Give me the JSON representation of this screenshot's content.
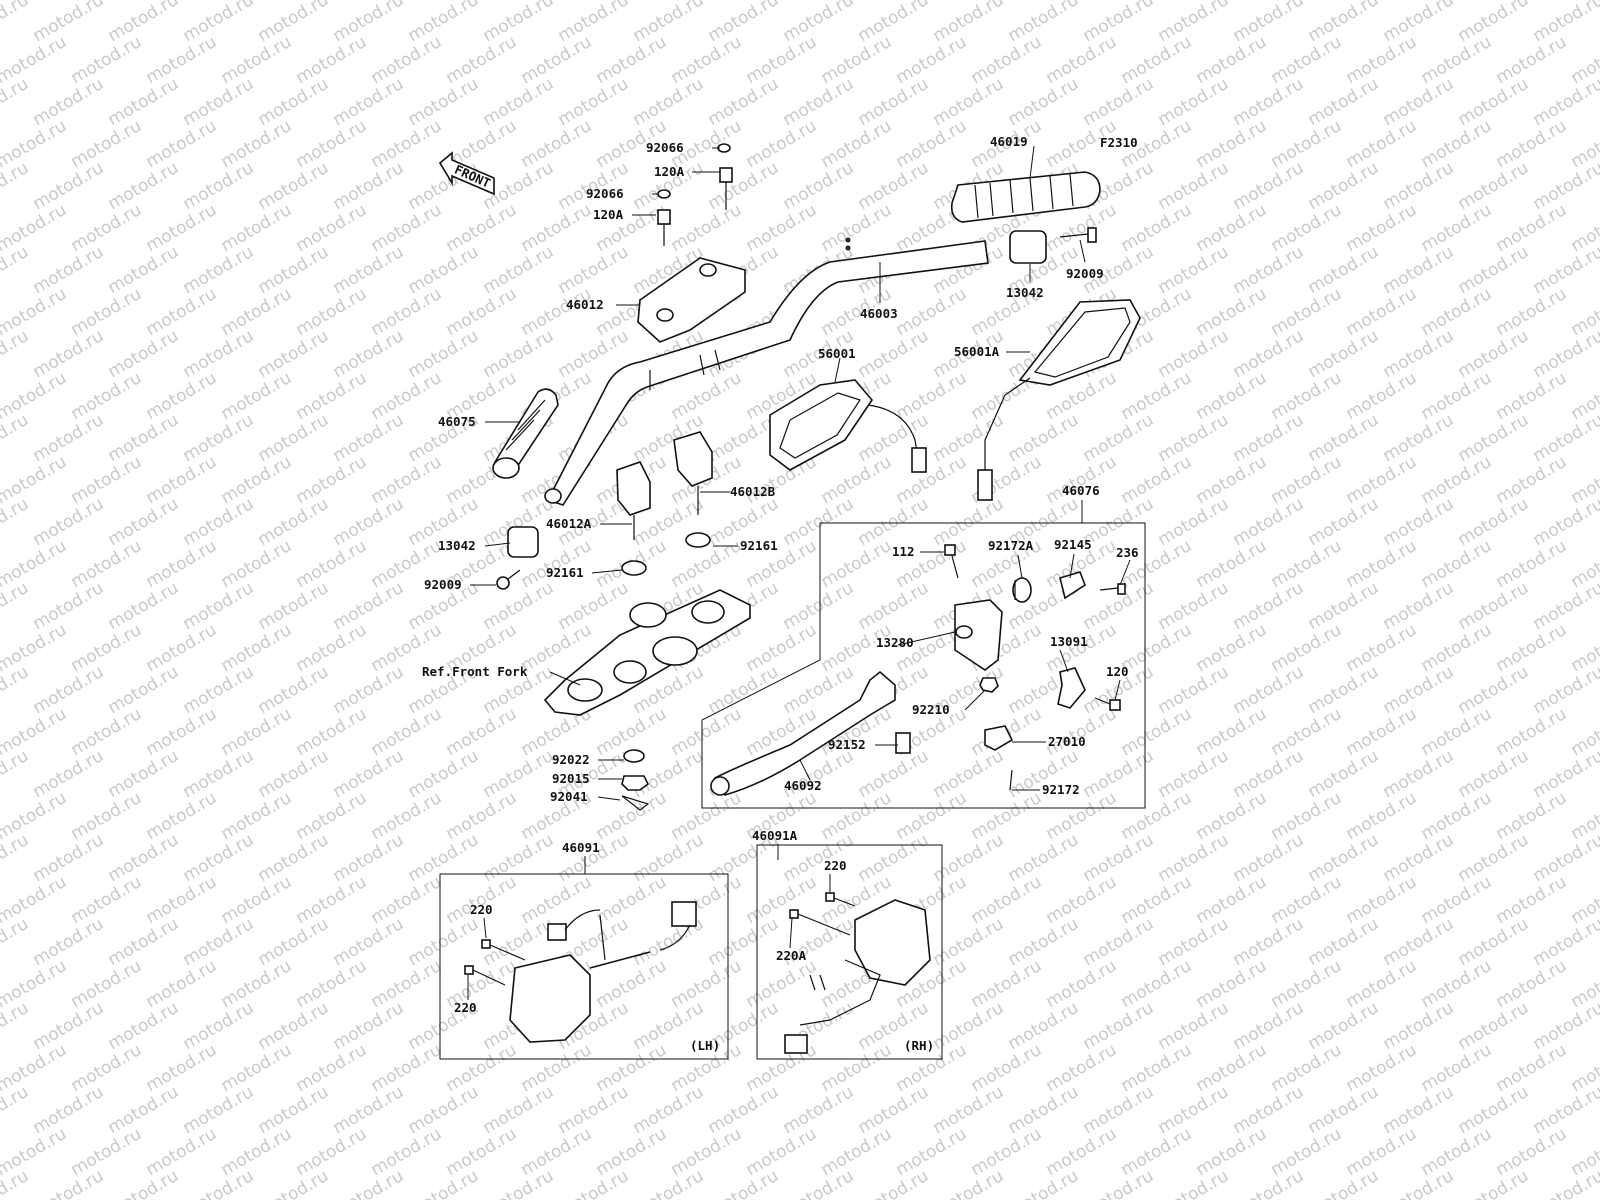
{
  "watermark": "motod.ru",
  "figure_code": "F2310",
  "front_label": "FRONT",
  "labels": {
    "p92066a": "92066",
    "p120Aa": "120A",
    "p92066b": "92066",
    "p120Ab": "120A",
    "p46012": "46012",
    "p46019": "46019",
    "p92009a": "92009",
    "p13042a": "13042",
    "p46003": "46003",
    "p56001": "56001",
    "p56001A": "56001A",
    "p46075": "46075",
    "p46012B": "46012B",
    "p46012A": "46012A",
    "p13042b": "13042",
    "p92161a": "92161",
    "p92161b": "92161",
    "p92009b": "92009",
    "refFork": "Ref.Front Fork",
    "p92022": "92022",
    "p92015": "92015",
    "p92041": "92041",
    "p46076": "46076",
    "p112": "112",
    "p92172A": "92172A",
    "p92145": "92145",
    "p236": "236",
    "p13280": "13280",
    "p13091": "13091",
    "p120": "120",
    "p92210": "92210",
    "p92152": "92152",
    "p27010": "27010",
    "p46092": "46092",
    "p92172": "92172",
    "p46091": "46091",
    "p220a": "220",
    "p220b": "220",
    "lh": "(LH)",
    "p46091A": "46091A",
    "p220c": "220",
    "p220A": "220A",
    "rh": "(RH)"
  }
}
